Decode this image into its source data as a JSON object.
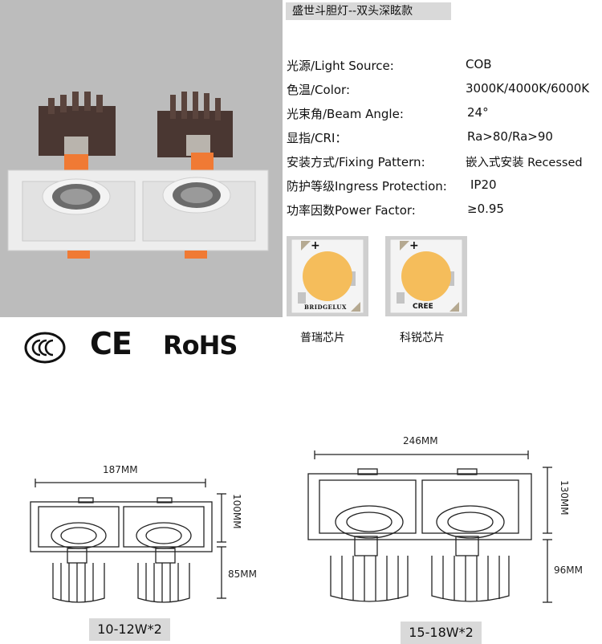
{
  "title": "盛世斗胆灯--双头深眩款",
  "specs": [
    {
      "label": "光源/Light Source:",
      "value": "COB"
    },
    {
      "label": "色温/Color:",
      "value": "3000K/4000K/6000K"
    },
    {
      "label": "光束角/Beam Angle:",
      "value": "24°"
    },
    {
      "label": "显指/CRI：",
      "value": "Ra>80/Ra>90"
    },
    {
      "label": "安装方式/Fixing Pattern:",
      "value": "嵌入式安装 Recessed"
    },
    {
      "label": "防护等级Ingress Protection:",
      "value": "IP20"
    },
    {
      "label": "功率因数Power  Factor:",
      "value": "≥0.95"
    }
  ],
  "chips": [
    {
      "brand": "BRIDGELUX",
      "caption": "普瑞芯片",
      "plus": "+"
    },
    {
      "brand": "CREE",
      "caption": "科锐芯片",
      "plus": "+"
    }
  ],
  "certs": {
    "ce": "CE",
    "rohs": "RoHS"
  },
  "drawing_small": {
    "width": "187MM",
    "height_top": "100MM",
    "height_bottom": "85MM",
    "caption": "10-12W*2"
  },
  "drawing_large": {
    "width": "246MM",
    "height_top": "130MM",
    "height_bottom": "96MM",
    "caption": "15-18W*2"
  },
  "colors": {
    "led": "#f5bd5b",
    "orange_clip": "#f07a34",
    "heatsink": "#4a3732",
    "frame": "#ededed"
  }
}
